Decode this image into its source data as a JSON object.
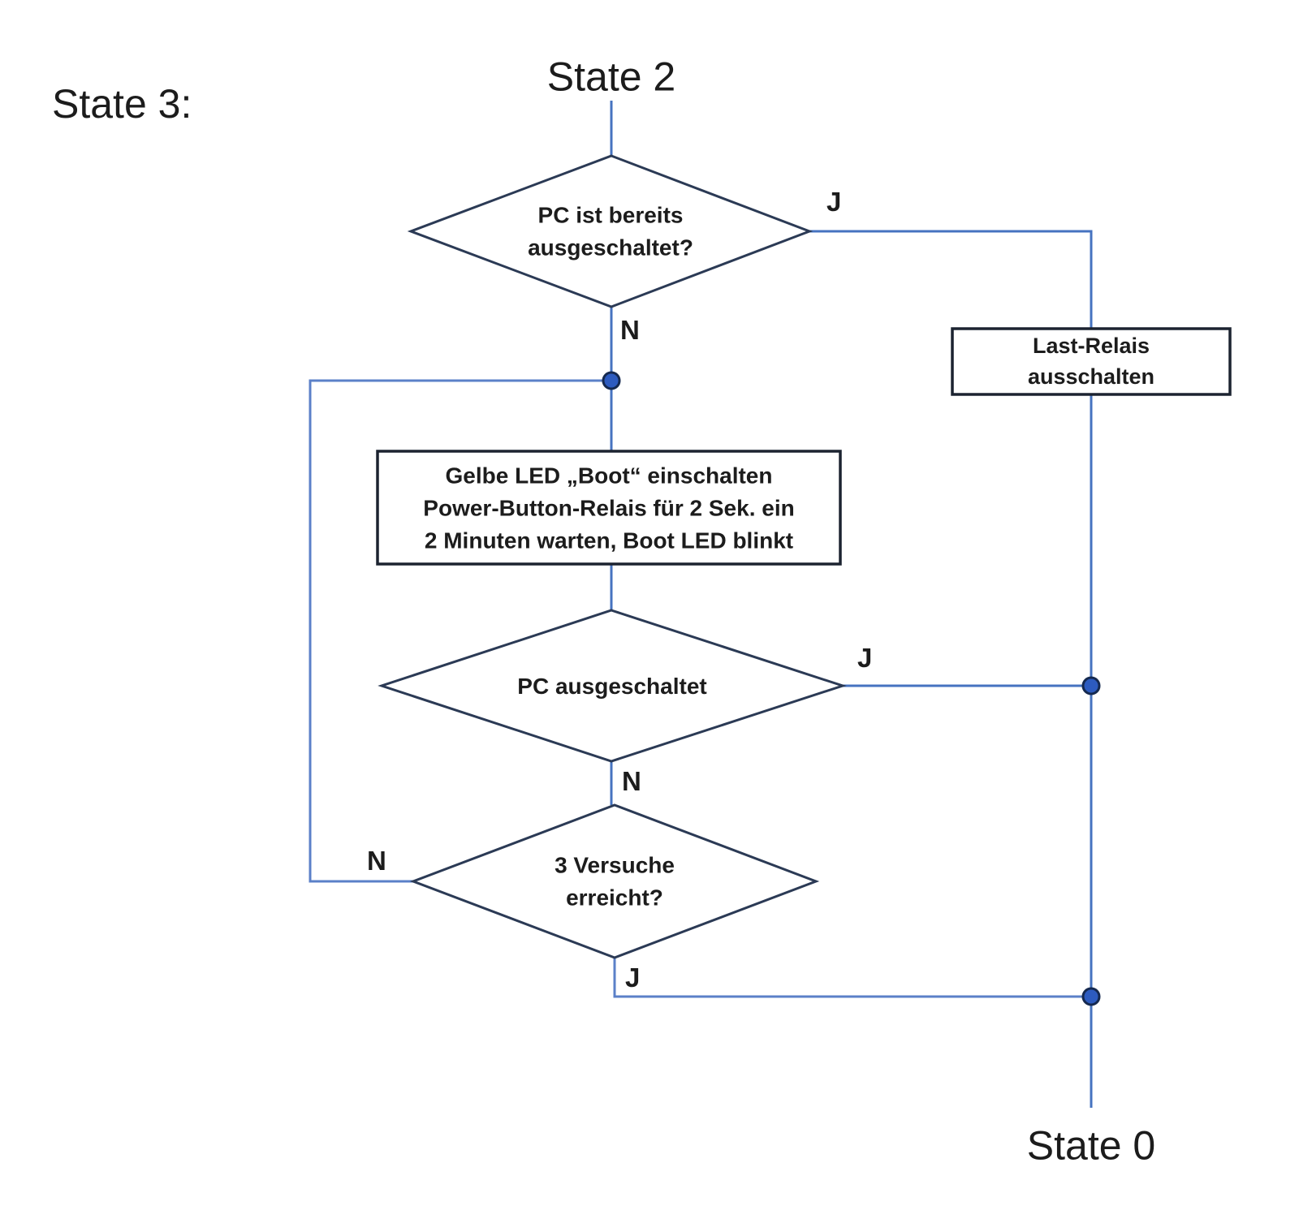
{
  "diagram_title": "State 3:",
  "labels": {
    "state3": "State 3:",
    "state2": "State 2",
    "state0": "State 0"
  },
  "nodes": {
    "decision_pc_bereits": {
      "type": "decision",
      "line1": "PC ist bereits",
      "line2": "ausgeschaltet?"
    },
    "process_boot": {
      "type": "process",
      "line1": "Gelbe LED „Boot“ einschalten",
      "line2": "Power-Button-Relais für 2 Sek. ein",
      "line3": "2 Minuten warten, Boot LED blinkt"
    },
    "process_last_relais": {
      "type": "process",
      "line1": "Last-Relais",
      "line2": "ausschalten"
    },
    "decision_pc_aus": {
      "type": "decision",
      "line1": "PC ausgeschaltet"
    },
    "decision_versuche": {
      "type": "decision",
      "line1": "3 Versuche",
      "line2": "erreicht?"
    }
  },
  "branch_labels": {
    "d1_yes": "J",
    "d1_no": "N",
    "d2_yes": "J",
    "d2_no": "N",
    "d3_no": "N",
    "d3_yes": "J"
  },
  "colors": {
    "connector": "#4673c0",
    "connector_light": "#5b80c8",
    "decision_border": "#2b3a55",
    "process_border": "#1c2330",
    "junction_fill": "#2d5bbf",
    "junction_stroke": "#15294f",
    "text": "#1c1c1c",
    "background": "#ffffff"
  }
}
